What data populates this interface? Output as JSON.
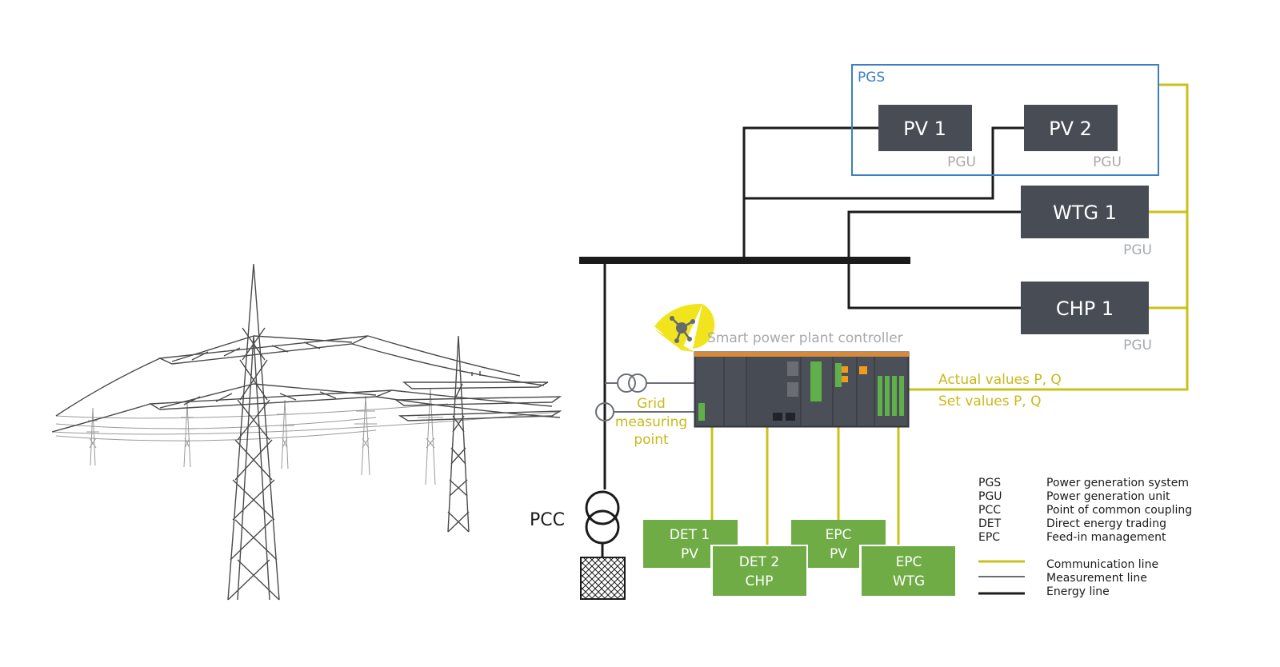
{
  "pgs": {
    "label": "PGS"
  },
  "units": {
    "pv1": {
      "label": "PV 1",
      "sub": "PGU"
    },
    "pv2": {
      "label": "PV 2",
      "sub": "PGU"
    },
    "wtg1": {
      "label": "WTG 1",
      "sub": "PGU"
    },
    "chp1": {
      "label": "CHP 1",
      "sub": "PGU"
    }
  },
  "controller": {
    "label": "Smart power plant controller"
  },
  "grid_measuring": {
    "line1": "Grid",
    "line2": "measuring",
    "line3": "point"
  },
  "pcc": {
    "label": "PCC"
  },
  "signals": {
    "actual": "Actual values P, Q",
    "set": "Set values P, Q"
  },
  "consumers": {
    "det1": {
      "line1": "DET 1",
      "line2": "PV"
    },
    "det2": {
      "line1": "DET 2",
      "line2": "CHP"
    },
    "epc_pv": {
      "line1": "EPC",
      "line2": "PV"
    },
    "epc_wtg": {
      "line1": "EPC",
      "line2": "WTG"
    }
  },
  "legend": {
    "abbreviations": [
      {
        "abbr": "PGS",
        "text": "Power generation system"
      },
      {
        "abbr": "PGU",
        "text": "Power generation unit"
      },
      {
        "abbr": "PCC",
        "text": "Point of common coupling"
      },
      {
        "abbr": "DET",
        "text": "Direct energy trading"
      },
      {
        "abbr": "EPC",
        "text": "Feed-in management"
      }
    ],
    "lines": [
      {
        "text": "Communication line",
        "color": "#c9c21a"
      },
      {
        "text": "Measurement line",
        "color": "#6a6e74"
      },
      {
        "text": "Energy line",
        "color": "#1b1b1b"
      }
    ]
  },
  "colors": {
    "unit_box": "#474c55",
    "pgs_border": "#3a7fc4",
    "green": "#6fac46",
    "comm": "#c9c21a"
  }
}
